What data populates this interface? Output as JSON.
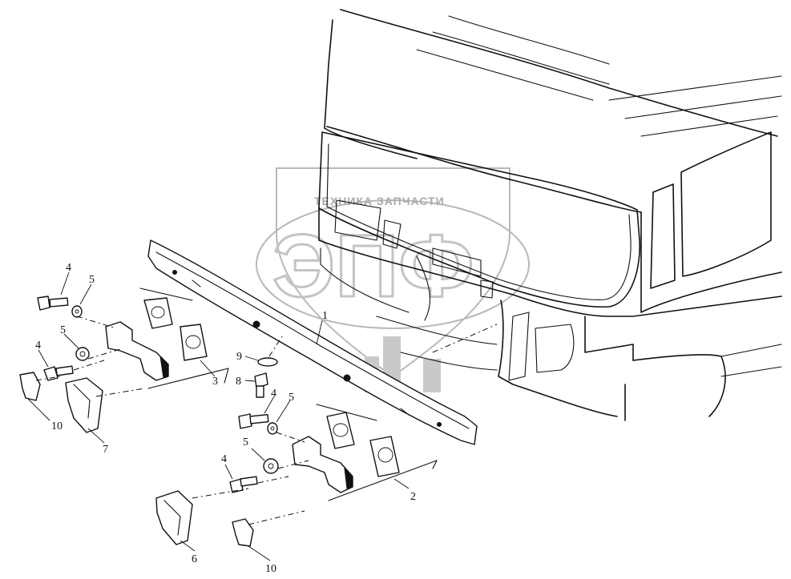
{
  "watermark": {
    "text": "ТЕХНИКА  ЗАПЧАСТИ",
    "letters": "ЭПФ"
  },
  "callouts": [
    {
      "id": "c1",
      "text": "1"
    },
    {
      "id": "c2",
      "text": "2"
    },
    {
      "id": "c3",
      "text": "3"
    },
    {
      "id": "c4a",
      "text": "4"
    },
    {
      "id": "c4b",
      "text": "4"
    },
    {
      "id": "c4c",
      "text": "4"
    },
    {
      "id": "c4d",
      "text": "4"
    },
    {
      "id": "c5a",
      "text": "5"
    },
    {
      "id": "c5b",
      "text": "5"
    },
    {
      "id": "c5c",
      "text": "5"
    },
    {
      "id": "c5d",
      "text": "5"
    },
    {
      "id": "c6",
      "text": "6"
    },
    {
      "id": "c7",
      "text": "7"
    },
    {
      "id": "c8",
      "text": "8"
    },
    {
      "id": "c9",
      "text": "9"
    },
    {
      "id": "c10a",
      "text": "10"
    },
    {
      "id": "c10b",
      "text": "10"
    }
  ]
}
